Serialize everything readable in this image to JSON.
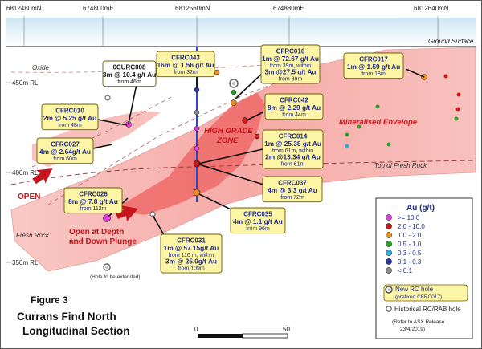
{
  "grid_labels_top": [
    "6812480mN",
    "674800mE",
    "6812560mN",
    "674880mE",
    "6812640mN"
  ],
  "rl_labels": [
    "450m RL",
    "400m RL",
    "350m RL"
  ],
  "surface_label": "Ground Surface",
  "oxide_label": "Oxide",
  "fresh_rock_label": "Fresh Rock",
  "top_fresh_rock_label": "Top of Fresh Rock",
  "mineralised_envelope_label": "Mineralised Envelope",
  "high_grade_zone_label": [
    "HIGH GRADE",
    "ZONE"
  ],
  "open_label": "OPEN",
  "open_depth_label": [
    "Open at Depth",
    "and Down Plunge"
  ],
  "hole_extended_label": "(Hole to be extended)",
  "figure_label": "Figure 3",
  "section_title": [
    "Currans Find North",
    "Longitudinal Section"
  ],
  "scale": {
    "start": "0",
    "end": "50"
  },
  "callouts": [
    {
      "id": "6curc008",
      "lines": [
        "6CURC008",
        "3m @ 10.4 g/t Au",
        "from 46m"
      ]
    },
    {
      "id": "cfrc043",
      "lines": [
        "CFRC043",
        "16m @ 1.56 g/t Au",
        "from 32m"
      ]
    },
    {
      "id": "cfrc016",
      "lines": [
        "CFRC016",
        "1m @ 72.67 g/t Au",
        "from 39m, within",
        "3m @27.5 g/t Au",
        "from 39m"
      ]
    },
    {
      "id": "cfrc017",
      "lines": [
        "CFRC017",
        "1m @ 1.59 g/t Au",
        "from 18m"
      ]
    },
    {
      "id": "cfrc042",
      "lines": [
        "CFRC042",
        "8m @ 2.29 g/t Au",
        "from 44m"
      ]
    },
    {
      "id": "cfrc010",
      "lines": [
        "CFRC010",
        "2m @ 5.25 g/t Au",
        "from 48m"
      ]
    },
    {
      "id": "cfrc014",
      "lines": [
        "CFRC014",
        "1m @ 25.38 g/t Au",
        "from 61m, within",
        "2m @13.34 g/t Au",
        "from 61m"
      ]
    },
    {
      "id": "cfrc027",
      "lines": [
        "CFRC027",
        "4m @ 2.64g/t Au",
        "from 60m"
      ]
    },
    {
      "id": "cfrc037",
      "lines": [
        "CFRC037",
        "4m @   3.3 g/t Au",
        "from 72m"
      ]
    },
    {
      "id": "cfrc026",
      "lines": [
        "CFRC026",
        "8m @  7.8 g/t Au",
        "from 112m"
      ]
    },
    {
      "id": "cfrc035",
      "lines": [
        "CFRC035",
        "4m @ 1.1   g/t Au",
        "from 96m"
      ]
    },
    {
      "id": "cfrc031",
      "lines": [
        "CFRC031",
        "1m @ 57.15g/t Au",
        "from 110 m, within",
        "3m @ 25.0g/t Au",
        "from 109m"
      ]
    }
  ],
  "legend": {
    "title": "Au (g/t)",
    "items": [
      {
        "label": ">= 10.0",
        "color": "#e040e0"
      },
      {
        "label": "2.0 - 10.0",
        "color": "#d01818"
      },
      {
        "label": "1.0 - 2.0",
        "color": "#f0901c"
      },
      {
        "label": "0.5 - 1.0",
        "color": "#2ca02c"
      },
      {
        "label": "0.3 - 0.5",
        "color": "#27a9e1"
      },
      {
        "label": "0.1 -  0.3",
        "color": "#2a3ab0"
      },
      {
        "label": "< 0.1",
        "color": "#8c8c8c"
      }
    ],
    "new_hole": [
      "New RC hole",
      "(prefixed CFRC017)"
    ],
    "historical_hole": "Historical RC/RAB hole",
    "note": [
      "(Refer to ASX Release",
      "23/4/2019)"
    ]
  },
  "colors": {
    "envelope": "#f7b6b3",
    "high_grade": "#ef6b6b",
    "callout_fill": "#fdf5a6",
    "callout_text": "#1f2a8a",
    "annotation_red": "#c8141c"
  }
}
